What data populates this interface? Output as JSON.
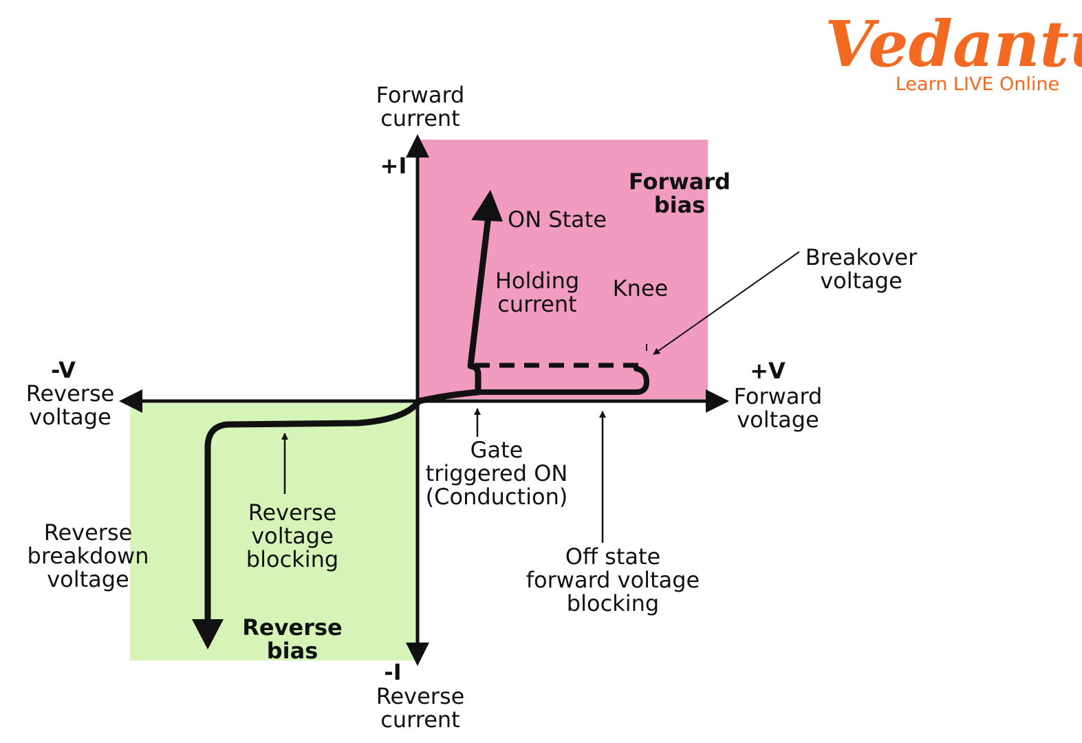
{
  "brand": {
    "name": "Vedantu",
    "tagline": "Learn LIVE Online",
    "color": "#f26a21"
  },
  "colors": {
    "forward_region": "#f29bc1",
    "reverse_region": "#d6f3b8",
    "ink": "#111111"
  },
  "labels": {
    "forward_current_1": "Forward",
    "forward_current_2": "current",
    "plus_i": "+I",
    "minus_i": "-I",
    "reverse_current_1": "Reverse",
    "reverse_current_2": "current",
    "minus_v": "-V",
    "reverse_voltage_1": "Reverse",
    "reverse_voltage_2": "voltage",
    "plus_v": "+V",
    "forward_voltage_1": "Forward",
    "forward_voltage_2": "voltage",
    "forward_bias_1": "Forward",
    "forward_bias_2": "bias",
    "on_state": "ON State",
    "holding_current_1": "Holding",
    "holding_current_2": "current",
    "knee": "Knee",
    "breakover_1": "Breakover",
    "breakover_2": "voltage",
    "gate_1": "Gate",
    "gate_2": "triggered ON",
    "gate_3": "(Conduction)",
    "off_state_1": "Off state",
    "off_state_2": "forward voltage",
    "off_state_3": "blocking",
    "rev_block_1": "Reverse",
    "rev_block_2": "voltage",
    "rev_block_3": "blocking",
    "rev_breakdown_1": "Reverse",
    "rev_breakdown_2": "breakdown",
    "rev_breakdown_3": "voltage",
    "reverse_bias_1": "Reverse",
    "reverse_bias_2": "bias"
  }
}
